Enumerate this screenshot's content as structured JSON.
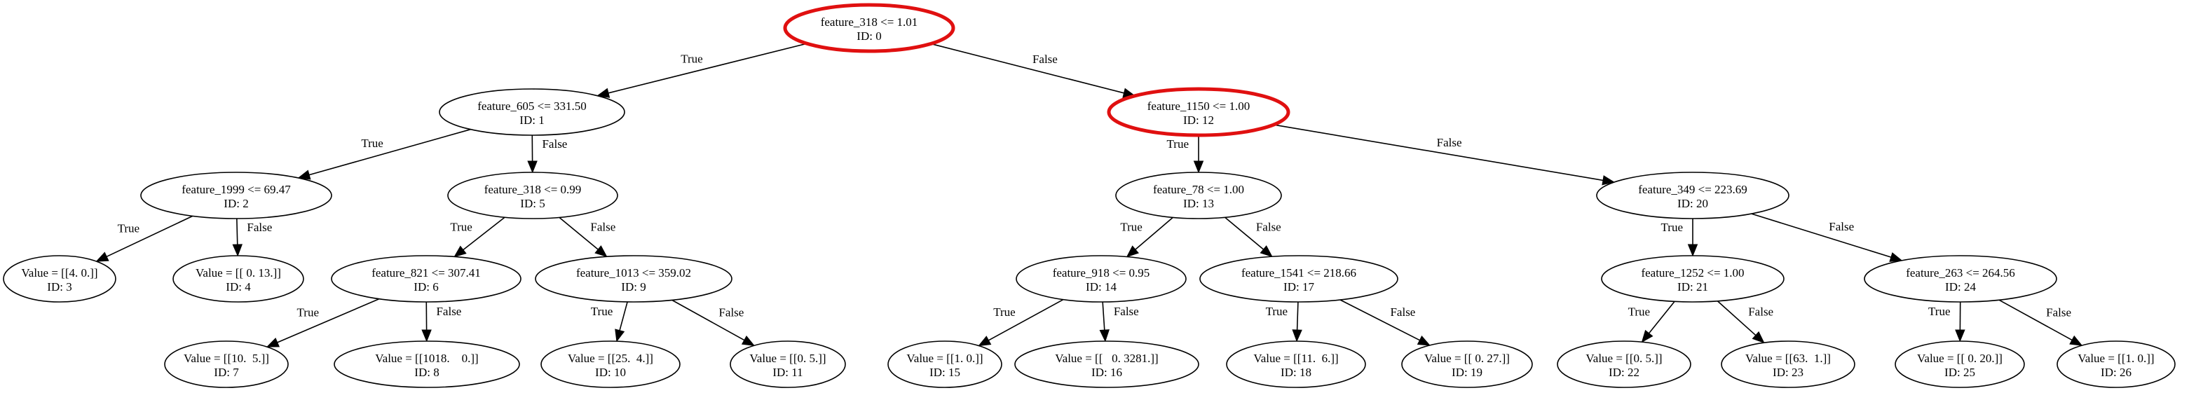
{
  "diagram": {
    "type": "decision-tree",
    "highlight_color": "#e01010",
    "nodes": [
      {
        "id": "n0",
        "line1": "feature_318 <= 1.01",
        "line2": "ID: 0",
        "highlighted": true
      },
      {
        "id": "n1",
        "line1": "feature_605 <= 331.50",
        "line2": "ID: 1",
        "highlighted": false
      },
      {
        "id": "n2",
        "line1": "feature_1999 <= 69.47",
        "line2": "ID: 2",
        "highlighted": false
      },
      {
        "id": "n3",
        "line1": "Value = [[4. 0.]]",
        "line2": "ID: 3",
        "highlighted": false
      },
      {
        "id": "n4",
        "line1": "Value = [[ 0. 13.]]",
        "line2": "ID: 4",
        "highlighted": false
      },
      {
        "id": "n5",
        "line1": "feature_318 <= 0.99",
        "line2": "ID: 5",
        "highlighted": false
      },
      {
        "id": "n6",
        "line1": "feature_821 <= 307.41",
        "line2": "ID: 6",
        "highlighted": false
      },
      {
        "id": "n7",
        "line1": "Value = [[10.  5.]]",
        "line2": "ID: 7",
        "highlighted": false
      },
      {
        "id": "n8",
        "line1": "Value = [[1018.    0.]]",
        "line2": "ID: 8",
        "highlighted": false
      },
      {
        "id": "n9",
        "line1": "feature_1013 <= 359.02",
        "line2": "ID: 9",
        "highlighted": false
      },
      {
        "id": "n10",
        "line1": "Value = [[25.  4.]]",
        "line2": "ID: 10",
        "highlighted": false
      },
      {
        "id": "n11",
        "line1": "Value = [[0. 5.]]",
        "line2": "ID: 11",
        "highlighted": false
      },
      {
        "id": "n12",
        "line1": "feature_1150 <= 1.00",
        "line2": "ID: 12",
        "highlighted": true
      },
      {
        "id": "n13",
        "line1": "feature_78 <= 1.00",
        "line2": "ID: 13",
        "highlighted": false
      },
      {
        "id": "n14",
        "line1": "feature_918 <= 0.95",
        "line2": "ID: 14",
        "highlighted": false
      },
      {
        "id": "n15",
        "line1": "Value = [[1. 0.]]",
        "line2": "ID: 15",
        "highlighted": false
      },
      {
        "id": "n16",
        "line1": "Value = [[   0. 3281.]]",
        "line2": "ID: 16",
        "highlighted": false
      },
      {
        "id": "n17",
        "line1": "feature_1541 <= 218.66",
        "line2": "ID: 17",
        "highlighted": false
      },
      {
        "id": "n18",
        "line1": "Value = [[11.  6.]]",
        "line2": "ID: 18",
        "highlighted": false
      },
      {
        "id": "n19",
        "line1": "Value = [[ 0. 27.]]",
        "line2": "ID: 19",
        "highlighted": false
      },
      {
        "id": "n20",
        "line1": "feature_349 <= 223.69",
        "line2": "ID: 20",
        "highlighted": false
      },
      {
        "id": "n21",
        "line1": "feature_1252 <= 1.00",
        "line2": "ID: 21",
        "highlighted": false
      },
      {
        "id": "n22",
        "line1": "Value = [[0. 5.]]",
        "line2": "ID: 22",
        "highlighted": false
      },
      {
        "id": "n23",
        "line1": "Value = [[63.  1.]]",
        "line2": "ID: 23",
        "highlighted": false
      },
      {
        "id": "n24",
        "line1": "feature_263 <= 264.56",
        "line2": "ID: 24",
        "highlighted": false
      },
      {
        "id": "n25",
        "line1": "Value = [[ 0. 20.]]",
        "line2": "ID: 25",
        "highlighted": false
      },
      {
        "id": "n26",
        "line1": "Value = [[1. 0.]]",
        "line2": "ID: 26",
        "highlighted": false
      }
    ],
    "edges": [
      {
        "from": "n0",
        "to": "n1",
        "label": "True"
      },
      {
        "from": "n0",
        "to": "n12",
        "label": "False"
      },
      {
        "from": "n1",
        "to": "n2",
        "label": "True"
      },
      {
        "from": "n1",
        "to": "n5",
        "label": "False"
      },
      {
        "from": "n2",
        "to": "n3",
        "label": "True"
      },
      {
        "from": "n2",
        "to": "n4",
        "label": "False"
      },
      {
        "from": "n5",
        "to": "n6",
        "label": "True"
      },
      {
        "from": "n5",
        "to": "n9",
        "label": "False"
      },
      {
        "from": "n6",
        "to": "n7",
        "label": "True"
      },
      {
        "from": "n6",
        "to": "n8",
        "label": "False"
      },
      {
        "from": "n9",
        "to": "n10",
        "label": "True"
      },
      {
        "from": "n9",
        "to": "n11",
        "label": "False"
      },
      {
        "from": "n12",
        "to": "n13",
        "label": "True"
      },
      {
        "from": "n12",
        "to": "n20",
        "label": "False"
      },
      {
        "from": "n13",
        "to": "n14",
        "label": "True"
      },
      {
        "from": "n13",
        "to": "n17",
        "label": "False"
      },
      {
        "from": "n14",
        "to": "n15",
        "label": "True"
      },
      {
        "from": "n14",
        "to": "n16",
        "label": "False"
      },
      {
        "from": "n17",
        "to": "n18",
        "label": "True"
      },
      {
        "from": "n17",
        "to": "n19",
        "label": "False"
      },
      {
        "from": "n20",
        "to": "n21",
        "label": "True"
      },
      {
        "from": "n20",
        "to": "n24",
        "label": "False"
      },
      {
        "from": "n21",
        "to": "n22",
        "label": "True"
      },
      {
        "from": "n21",
        "to": "n23",
        "label": "False"
      },
      {
        "from": "n24",
        "to": "n25",
        "label": "True"
      },
      {
        "from": "n24",
        "to": "n26",
        "label": "False"
      }
    ]
  }
}
